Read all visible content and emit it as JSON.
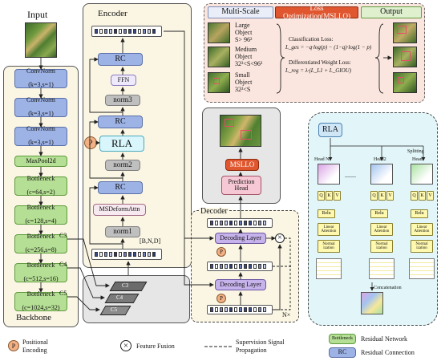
{
  "backbone": {
    "input_title": "Input",
    "title": "Backbone",
    "blocks": [
      {
        "name": "ConvNorm",
        "param": "(k=3,s=1)"
      },
      {
        "name": "ConvNorm",
        "param": "(k=3,s=1)"
      },
      {
        "name": "ConvNorm",
        "param": "(k=3,s=1)"
      },
      {
        "name": "MaxPool2d",
        "param": ""
      },
      {
        "name": "Bottleneck",
        "param": "(c=64,s=2)"
      },
      {
        "name": "Bottleneck",
        "param": "(c=128,s=4)"
      },
      {
        "name": "Bottleneck",
        "param": "(c=256,s=8)"
      },
      {
        "name": "Bottleneck",
        "param": "(c=512,s=16)"
      },
      {
        "name": "Bottleneck",
        "param": "(c=1024,s=32)"
      }
    ],
    "stage_labels": [
      "C3",
      "C4",
      "C5"
    ],
    "feature_labels": [
      "C3",
      "C4",
      "C5"
    ]
  },
  "encoder": {
    "title": "Encoder",
    "rc_label": "RC",
    "ffn": "FFN",
    "norm3": "norm3",
    "rla": "RLA",
    "norm2": "norm2",
    "msdeform": "MSDeformAttn",
    "norm1": "norm1",
    "positional": "P",
    "shape": "[B,N,D]"
  },
  "detection": {
    "msllo": "MSLLO",
    "prediction_head": "Prediction\nHead"
  },
  "decoder": {
    "title": "Decoder",
    "decoding_layer": "Decoding Layer",
    "positional": "P",
    "repeat": "N×"
  },
  "msllo_panel": {
    "tab_multiscale": "Multi-Scale",
    "tab_loss": "Loss Optimization(MSLLO)",
    "tab_output": "Output",
    "large": "Large\nObject\nS> 96²",
    "medium": "Medium\nObject\n32²<S<96²",
    "small": "Small\nObject\n32²<S",
    "cls_title": "Classification Loss:",
    "cls_formula": "L_ges = −q·log(p) − (1−q)·log(1 − p)",
    "reg_title": "Differentiated Weight Loss:",
    "reg_formula": "L_reg = λ·(L_L1 + L_GIOU)"
  },
  "rla_panel": {
    "title": "RLA",
    "heads": [
      "Head N",
      "Head2",
      "Head1"
    ],
    "splitting": "Splitting",
    "ellipsis": ".......",
    "qkv": [
      "Q",
      "K",
      "V"
    ],
    "relu": "Relu",
    "linear_attention": "Linear\nAttention",
    "normalization": "Normal\nization",
    "concatenation": "Concatenation"
  },
  "legend": {
    "positional_symbol": "P",
    "positional": "Positional\nEncoding",
    "feature_fusion": "Feature Fusion",
    "supervision": "Supervision Signal\nPropagation",
    "bottleneck_chip": "Bottleneck",
    "residual_network": "Residual Network",
    "rc_chip": "RC",
    "residual_connection": "Residual Connection"
  },
  "colors": {
    "conv_blue": "#9db3e6",
    "bottleneck_green": "#b5df94",
    "panel_beige": "#fbf6e4",
    "panel_gray": "#e6e6e6",
    "rla_cyan": "#e2f6f9",
    "msllo_pink": "#fbe6df",
    "rla_yellow": "#fff9b0",
    "decoding_purple": "#c7b3ec",
    "msllo_red": "#e0572f",
    "positional_orange": "#f2b084"
  }
}
